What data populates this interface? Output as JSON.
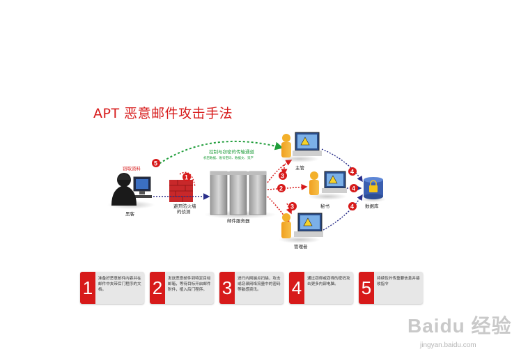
{
  "title": "APT 恶意邮件攻击手法",
  "labels": {
    "hacker": "黑客",
    "firewall": "避开防火墙\n的侦测",
    "mail_server": "邮件服务器",
    "manager": "主管",
    "secretary": "秘书",
    "admin": "管理者",
    "database": "数据库",
    "stolen": "窃取资料",
    "channel_title": "控制与窃密的传输通道",
    "channel_sub": "机密数据、账号密码、数据文、资产"
  },
  "badges": [
    "1",
    "2",
    "3",
    "3",
    "4",
    "4",
    "4",
    "5"
  ],
  "steps": [
    {
      "num": "1",
      "text": "准备好恶意邮件内容并在邮件中夹带后门程序的文档。"
    },
    {
      "num": "2",
      "text": "发送恶意邮件到特定目标邮箱，等待目标开启邮件附件，植入后门程序。"
    },
    {
      "num": "3",
      "text": "进行内网端点扫描，攻击或窃录网络流量中的密码等敏感资讯。"
    },
    {
      "num": "4",
      "text": "通过窃得或窃得的密码攻击更多内部电脑。"
    },
    {
      "num": "5",
      "text": "持续性外传重要信息并接收指令"
    }
  ],
  "watermark": {
    "brand": "Baidu 经验",
    "url": "jingyan.baidu.com"
  },
  "colors": {
    "accent": "#d71a1a",
    "green": "#1f9d3a",
    "navy": "#2a2f8a"
  }
}
